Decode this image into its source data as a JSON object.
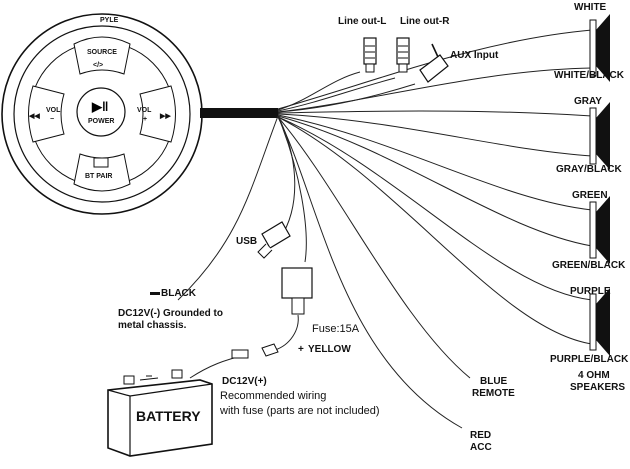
{
  "controller": {
    "brand": "PYLE",
    "source_label": "SOURCE",
    "power_label": "POWER",
    "vol_minus_label": "VOL",
    "vol_minus_sign": "−",
    "vol_plus_label": "VOL",
    "vol_plus_sign": "+",
    "bt_pair_label": "BT PAIR"
  },
  "connectors": {
    "line_out_l": "Line out-L",
    "line_out_r": "Line out-R",
    "aux_input": "AUX Input",
    "usb": "USB"
  },
  "speakers": [
    {
      "pos": "WHITE",
      "neg": "WHITE/BLACK"
    },
    {
      "pos": "GRAY",
      "neg": "GRAY/BLACK"
    },
    {
      "pos": "GREEN",
      "neg": "GREEN/BLACK"
    },
    {
      "pos": "PURPLE",
      "neg": "PURPLE/BLACK"
    }
  ],
  "speaker_note": {
    "line1": "4 OHM",
    "line2": "SPEAKERS"
  },
  "wires": {
    "blue_remote_1": "BLUE",
    "blue_remote_2": "REMOTE",
    "red_acc_1": "RED",
    "red_acc_2": "ACC",
    "black": "BLACK",
    "black_note_1": "DC12V(-) Grounded to",
    "black_note_2": "metal chassis.",
    "fuse": "Fuse:15A",
    "yellow": "YELLOW",
    "yellow_sign": "+",
    "dc_pos": "DC12V(+)",
    "recommended_1": "Recommended wiring",
    "recommended_2": "with fuse (parts are not included)"
  },
  "battery": {
    "label": "BATTERY"
  }
}
